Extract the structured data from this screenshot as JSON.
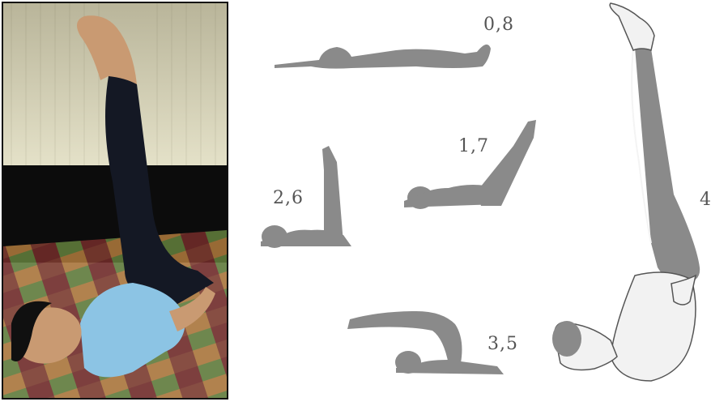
{
  "photo": {
    "wall_color": "#d8d4b8",
    "floor_color": "#0c0c0c",
    "shirt_color": "#8cc4e4",
    "pants_color": "#141824",
    "skin_color": "#c99a72",
    "rug_colors": [
      "#7a3a2e",
      "#5e7a3a",
      "#a8743a",
      "#6e2a28"
    ]
  },
  "diagram": {
    "silhouette_color": "#8a8a8a",
    "steps": [
      {
        "label": "0,8",
        "pose": "lying-flat"
      },
      {
        "label": "1,7",
        "pose": "legs-45-degrees"
      },
      {
        "label": "2,6",
        "pose": "legs-vertical"
      },
      {
        "label": "3,5",
        "pose": "legs-overhead-plough"
      },
      {
        "label": "4",
        "pose": "shoulder-stand"
      }
    ]
  }
}
